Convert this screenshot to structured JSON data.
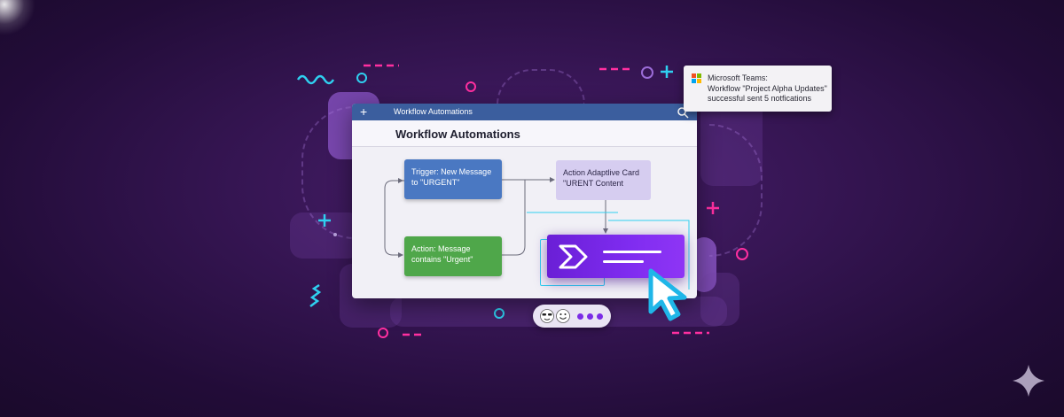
{
  "window": {
    "titlebar_title": "Workflow Automations",
    "heading": "Workflow Automations",
    "add_icon": "plus-icon",
    "search_icon": "search-icon"
  },
  "flow": {
    "trigger_label": "Trigger: New Message to \"URGENT\"",
    "condition_label": "Action: Message contains \"Urgent\"",
    "card_label": "Action Adaptlive Card \"URENT Content"
  },
  "toast": {
    "title": "Microsoft Teams:",
    "line1": "Workflow \"Project Alpha Updates\"",
    "line2": "successful sent 5 notfications",
    "icon": "teams-logo-icon"
  },
  "action_card": {
    "icon": "power-automate-icon"
  },
  "pill": {
    "icons": [
      "cool-face-icon",
      "smile-face-icon",
      "more-dots-icon"
    ]
  },
  "colors": {
    "background": "#351552",
    "titlebar": "#3b5e9e",
    "trigger_node": "#4a78c2",
    "condition_node": "#4fa74a",
    "card_node": "#d6cdf0",
    "action_card": "#7f2cf0",
    "accent_cyan": "#2fd0f0",
    "accent_pink": "#ff2fa0"
  }
}
